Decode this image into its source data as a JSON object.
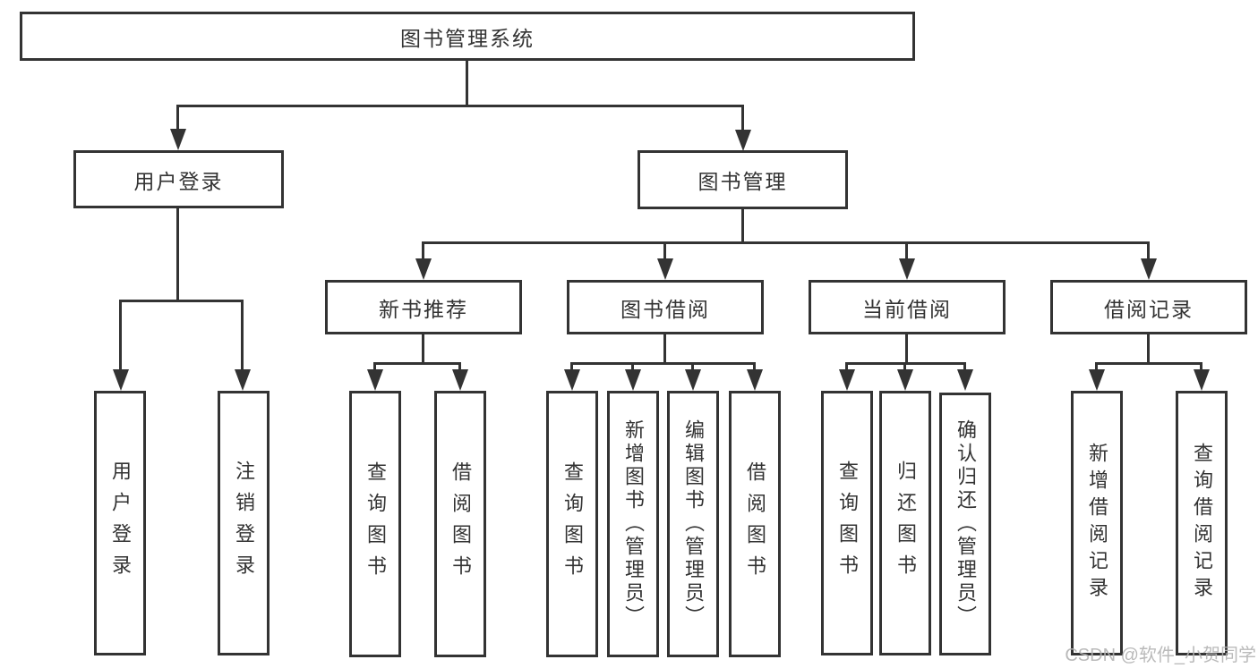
{
  "diagram": {
    "type": "tree",
    "nodes": {
      "root": "图书管理系统",
      "user_login": "用户登录",
      "book_mgmt": "图书管理",
      "new_books": "新书推荐",
      "book_borrow": "图书借阅",
      "current_borrow": "当前借阅",
      "borrow_records": "借阅记录"
    },
    "leaves": {
      "user_login": [
        "用户登录",
        "注销登录"
      ],
      "new_books": [
        "查询图书",
        "借阅图书"
      ],
      "book_borrow": [
        "查询图书",
        "新增图书（管理员）",
        "编辑图书（管理员）",
        "借阅图书"
      ],
      "current_borrow": [
        "查询图书",
        "归还图书",
        "确认归还（管理员）"
      ],
      "borrow_records": [
        "新增借阅记录",
        "查询借阅记录"
      ]
    },
    "colors": {
      "line": "#333333",
      "text": "#333333",
      "watermark_text": "#b3b3b3",
      "background": "#ffffff"
    }
  },
  "watermark": "CSDN @软件_小贺同学"
}
